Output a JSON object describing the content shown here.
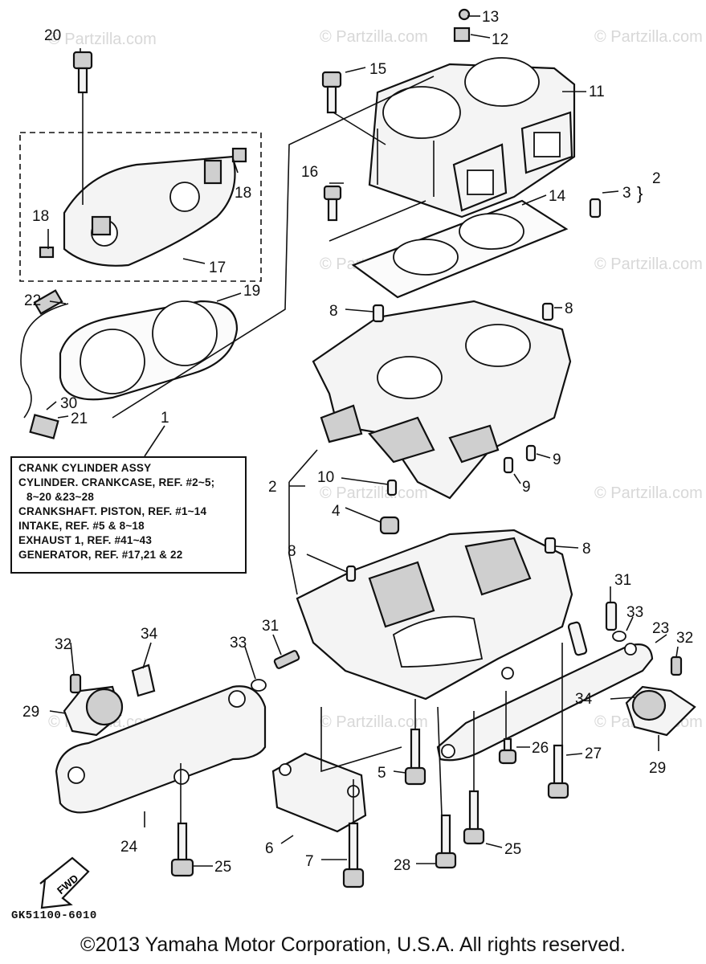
{
  "watermark": "© Partzilla.com",
  "callouts": [
    "1",
    "2",
    "3",
    "4",
    "5",
    "6",
    "7",
    "8",
    "9",
    "10",
    "11",
    "12",
    "13",
    "14",
    "15",
    "16",
    "17",
    "18",
    "19",
    "20",
    "21",
    "22",
    "23",
    "24",
    "25",
    "26",
    "27",
    "28",
    "29",
    "30",
    "31",
    "32",
    "33",
    "34"
  ],
  "legend": {
    "lines": [
      "CRANK CYLINDER ASSY",
      "CYLINDER. CRANKCASE, REF. #2~5;",
      "  8~20 &23~28",
      "CRANKSHAFT. PISTON, REF. #1~14",
      "INTAKE, REF. #5 & 8~18",
      "EXHAUST 1, REF. #41~43",
      "GENERATOR, REF. #17,21 & 22"
    ]
  },
  "fwd_label": "FWD",
  "diagram_code": "GK51100-6010",
  "copyright": "©2013 Yamaha Motor Corporation, U.S.A. All rights reserved."
}
